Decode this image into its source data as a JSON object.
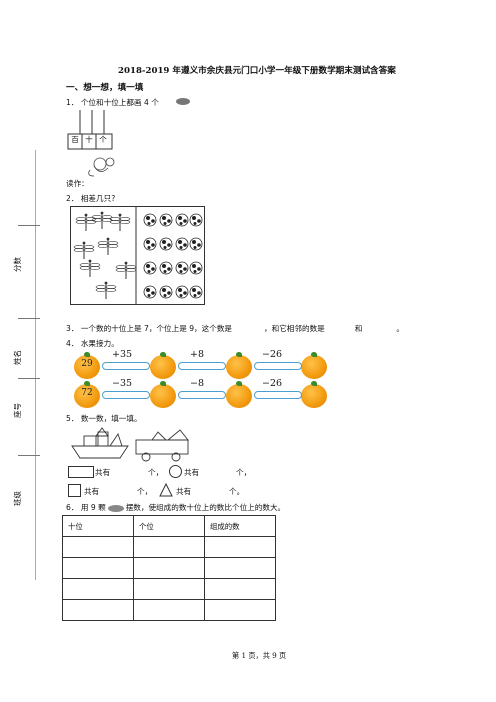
{
  "title": "2018-2019 年遵义市余庆县元门口小学一年级下册数学期末测试含答案",
  "section1": "一、想一想，填一填",
  "q1": {
    "text": "1．  个位和十位上都画 4 个",
    "abacus_labels": [
      "百",
      "十",
      "个"
    ],
    "read_label": "读作："
  },
  "q2": {
    "text": "2．  相差几只?",
    "dragonflies": 8,
    "balls": 16
  },
  "q3": {
    "text": "3．  一个数的十位上是 7，个位上是 9，这个数是",
    "mid": "，和它相邻的数是",
    "and": "和",
    "end": "。"
  },
  "q4": {
    "text": "4．  水果接力。",
    "row1": {
      "start": "29",
      "ops": [
        "+35",
        "+8",
        "−26"
      ]
    },
    "row2": {
      "start": "72",
      "ops": [
        "−35",
        "−8",
        "−26"
      ]
    }
  },
  "q5": {
    "text": "5．  数一数，填一填。",
    "line1a": "共有",
    "line1b": "个，",
    "line1c": "共有",
    "line1d": "个，",
    "line2a": "共有",
    "line2b": "个，",
    "line2c": "共有",
    "line2d": "个。"
  },
  "q6": {
    "text": "6．  用 9 颗",
    "text2": "摆数，使组成的数十位上的数比个位上的数大。",
    "headers": [
      "十位",
      "个位",
      "组成的数"
    ],
    "rows": 4
  },
  "sidebar": {
    "score": "分数",
    "name": "姓名",
    "seat": "座号",
    "class": "班级"
  },
  "footer": "第 1 页，共 9 页"
}
